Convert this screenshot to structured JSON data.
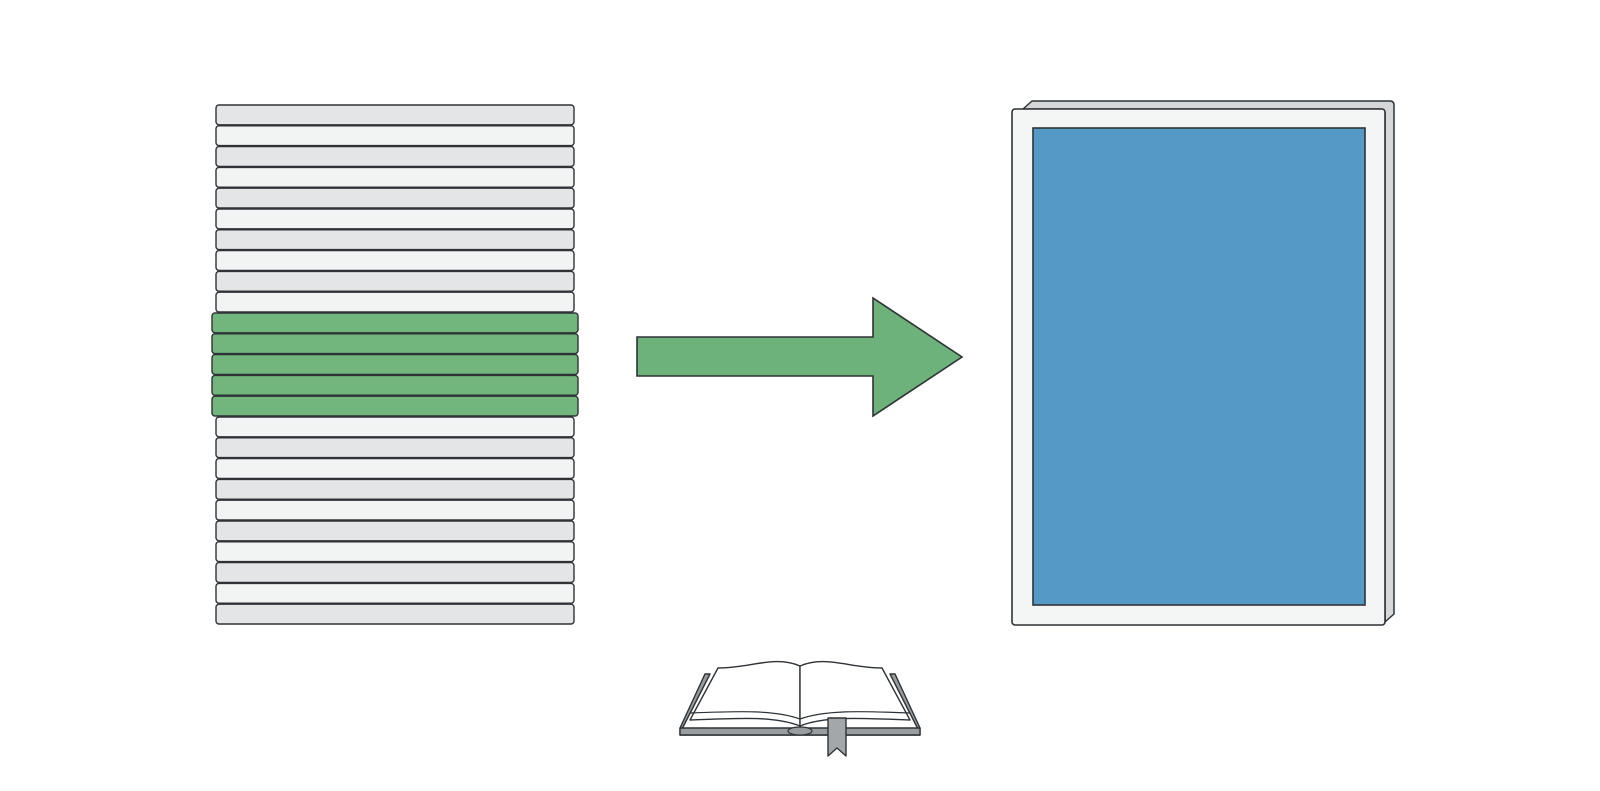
{
  "diagram": {
    "stack": {
      "total_pages": 25,
      "highlighted_pages": [
        10,
        11,
        12,
        13,
        14
      ]
    },
    "colors": {
      "page_fill": "#f2f3f3",
      "page_fill_alt": "#e4e5e6",
      "highlight_fill": "#72b57d",
      "arrow_fill": "#6db27a",
      "outline": "#2e3337",
      "document_frame": "#f4f5f5",
      "document_side": "#d5d7d8",
      "document_content": "#5599c6",
      "book_cover": "#9a9d9f",
      "book_pages": "#ffffff",
      "bookmark": "#a4a7a9"
    },
    "icons": {
      "arrow": "right-arrow-icon",
      "book": "open-book-icon"
    }
  }
}
